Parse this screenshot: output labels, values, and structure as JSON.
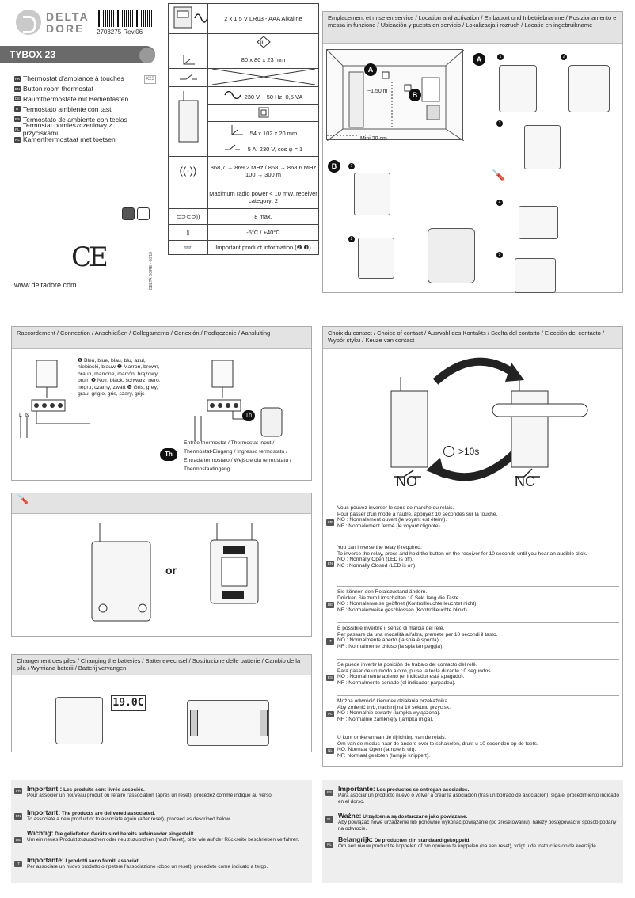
{
  "header": {
    "brand_line1": "DELTA",
    "brand_line2": "DORE",
    "barcode_number": "2703275 Rev.06",
    "product": "TYBOX 23",
    "badge_x23": "X23"
  },
  "languages": [
    {
      "code": "FR",
      "label": "Thermostat d'ambiance à touches"
    },
    {
      "code": "EN",
      "label": "Button room thermostat"
    },
    {
      "code": "DE",
      "label": "Raumthermostate mit Bedientasten"
    },
    {
      "code": "IT",
      "label": "Termostato ambiente con tasti"
    },
    {
      "code": "ES",
      "label": "Termostato de ambiente con teclas"
    },
    {
      "code": "PL",
      "label": "Termostat pomieszczeniowy z przyciskami"
    },
    {
      "code": "NL",
      "label": "Kamerthermostaat met toetsen"
    }
  ],
  "ce": "CE",
  "website": "www.deltadore.com",
  "doc_code": "DELTA DORE - 06/18",
  "specs": {
    "batteries": "2 x 1,5 V LR03 - AAA Alkaline",
    "size_thermostat": "80 x 80 x 23 mm",
    "power": "230 V~, 50 Hz, 0,5 VA",
    "size_receiver": "54 x 102 x 20 mm",
    "relay": "5 A, 230 V, cos φ = 1",
    "radio_freq": "868,7 → 869,2 MHz / 868 → 868,6 MHz",
    "radio_range": "100 → 300 m",
    "radio_power": "Maximum radio power < 10 mW, receiver category: 2",
    "max_assoc": "8 max.",
    "temp_range": "-5°C / +40°C",
    "important_info": "Important product information (❷ ❸)"
  },
  "location": {
    "title": "Emplacement et mise en service / Location and activation / Einbauort und Inbetriebnahme / Posizionamento e messa in funzione / Ubicación y puesta en servicio / Lokalizacja i rozruch / Locatie en ingebruikname",
    "height": "~1,50 m",
    "min": "Mini 20 cm",
    "A": "A",
    "B": "B"
  },
  "wiring": {
    "title": "Raccordement / Connection / Anschließen / Collegamento / Conexión / Podłączenie / Aansluiting",
    "colors": "❶ Bleu, blue, blau, blu, azul, niebieski, blauw ❷ Marron, brown, braun, marrone, marrón, brązowy, bruin ❸ Noir, black, schwarz, nero, negro, czarny, zwart ❹ Gris, grey, grau, grigio, gris, szary, grijs",
    "th_note": "Entrée thermostat / Thermostat input / Thermostat-Eingang / Ingresso termostato / Entrada termostato / Wejście dla termostatu / Thermostaatingang",
    "th": "Th",
    "L": "L",
    "N": "N"
  },
  "open": {
    "or": "or"
  },
  "batteries": {
    "title": "Changement des piles / Changing the batteries / Batteriewechsel / Sostituzione delle batterie / Cambio de la pila / Wymiana baterii / Batterij vervangen",
    "display": "19.0C"
  },
  "contact": {
    "title": "Choix du contact / Choice of contact / Auswahl des Kontakts / Scelta del contatto / Elección del contacto / Wybór styku / Keuze van contact",
    "timer": ">10s",
    "no": "NO",
    "nc": "NC",
    "texts": [
      {
        "code": "FR",
        "lines": [
          "Vous pouvez inverser le sens de marche du relais.",
          "Pour passer d'un mode à l'autre, appuyez 10 secondes sur la touche.",
          "NO : Normalement ouvert (le voyant est éteint).",
          "NF : Normalement fermé (le voyant clignote)."
        ]
      },
      {
        "code": "EN",
        "lines": [
          "You can inverse the relay if required.",
          "To inverse the relay, press and hold the button on the receiver for 10 seconds until you hear an audible click.",
          "NO : Normally Open (LED is off).",
          "NC : Normally Closed (LED is on)."
        ]
      },
      {
        "code": "DE",
        "lines": [
          "Sie können den Relaiszustand ändern.",
          "Drücken Sie zum Umschalten 10 Sek. lang die Taste.",
          "NO : Normalerweise geöffnet (Kontrollleuchte leuchtet nicht).",
          "NF : Normalerweise geschlossen (Kontrollleuchte blinkt)."
        ]
      },
      {
        "code": "IT",
        "lines": [
          "È possibile invertire il senso di marcia del relè.",
          "Per passare da una modalità all'altra, premete per 10 secondi il tasto.",
          "NO : Normalmente aperto (la spia è spenta).",
          "NF : Normalmente chiuso (la spia lampeggia)."
        ]
      },
      {
        "code": "ES",
        "lines": [
          "Se puede invertir la posición de trabajo del contacto del relé.",
          "Para pasar de un modo a otro, pulse la tecla durante 10 segundos.",
          "NO : Normalmente abierto (el indicador está apagado).",
          "NF : Normalmente cerrado (el indicador parpadea)."
        ]
      },
      {
        "code": "PL",
        "lines": [
          "Można odwrócić kierunek działania przekaźnika.",
          "Aby zmienić tryb, naciśnij na 10 sekund przycisk.",
          "NO : Normalnie otwarty (lampka wyłączona).",
          "NF : Normalnie zamknięty (lampka miga)."
        ]
      },
      {
        "code": "NL",
        "lines": [
          "U kunt omkeren van de rijrichting van de relais.",
          "Om van de modus naar de andere over te schakelen, drukt u 10 seconden op de toets.",
          "NO: Normaal Open (lampje is uit).",
          "NF: Normaal gesloten (lampje knippert)."
        ]
      }
    ]
  },
  "important": {
    "left": [
      {
        "code": "FR",
        "head": "Important :",
        "sub": "Les produits sont livrés associés.",
        "body": "Pour associer un nouveau produit ou refaire l'association (après un reset), procédez comme indiqué au verso."
      },
      {
        "code": "EN",
        "head": "Important:",
        "sub": "The products are delivered associated.",
        "body": "To associate a new product or to associate again (after reset), proceed as described below."
      },
      {
        "code": "DE",
        "head": "Wichtig:",
        "sub": "Die gelieferten Geräte sind bereits aufeinander eingestellt.",
        "body": "Um ein neues Produkt zuzuordnen oder neu zuzuordnen (nach Reset), bitte wie auf der Rückseite beschrieben verfahren."
      },
      {
        "code": "IT",
        "head": "Importante:",
        "sub": "I prodotti sono forniti associati.",
        "body": "Per associare un nuovo prodotto o ripetere l'associazione (dopo un reset), procedete come indicato a tergo."
      }
    ],
    "right": [
      {
        "code": "ES",
        "head": "Importante:",
        "sub": "Los productos se entregan asociados.",
        "body": "Para asociar un producto nuevo o volver a crear la asociación (tras un borrado de asociación). siga el procedimiento indicado en el dorso."
      },
      {
        "code": "PL",
        "head": "Ważne:",
        "sub": "Urządzenia są dostarczane jako powiązane.",
        "body": "Aby powiązać nowe urządzenie lub ponownie wykonać powiązanie (po zresetowaniu), należy postępować w sposób podany na odwrocie."
      },
      {
        "code": "NL",
        "head": "Belangrijk:",
        "sub": "De producten zijn standaard gekoppeld.",
        "body": "Om een nieuw product te koppelen of om opnieuw te koppelen (na een reset), volgt u de instructies op de keerzijde."
      }
    ]
  }
}
